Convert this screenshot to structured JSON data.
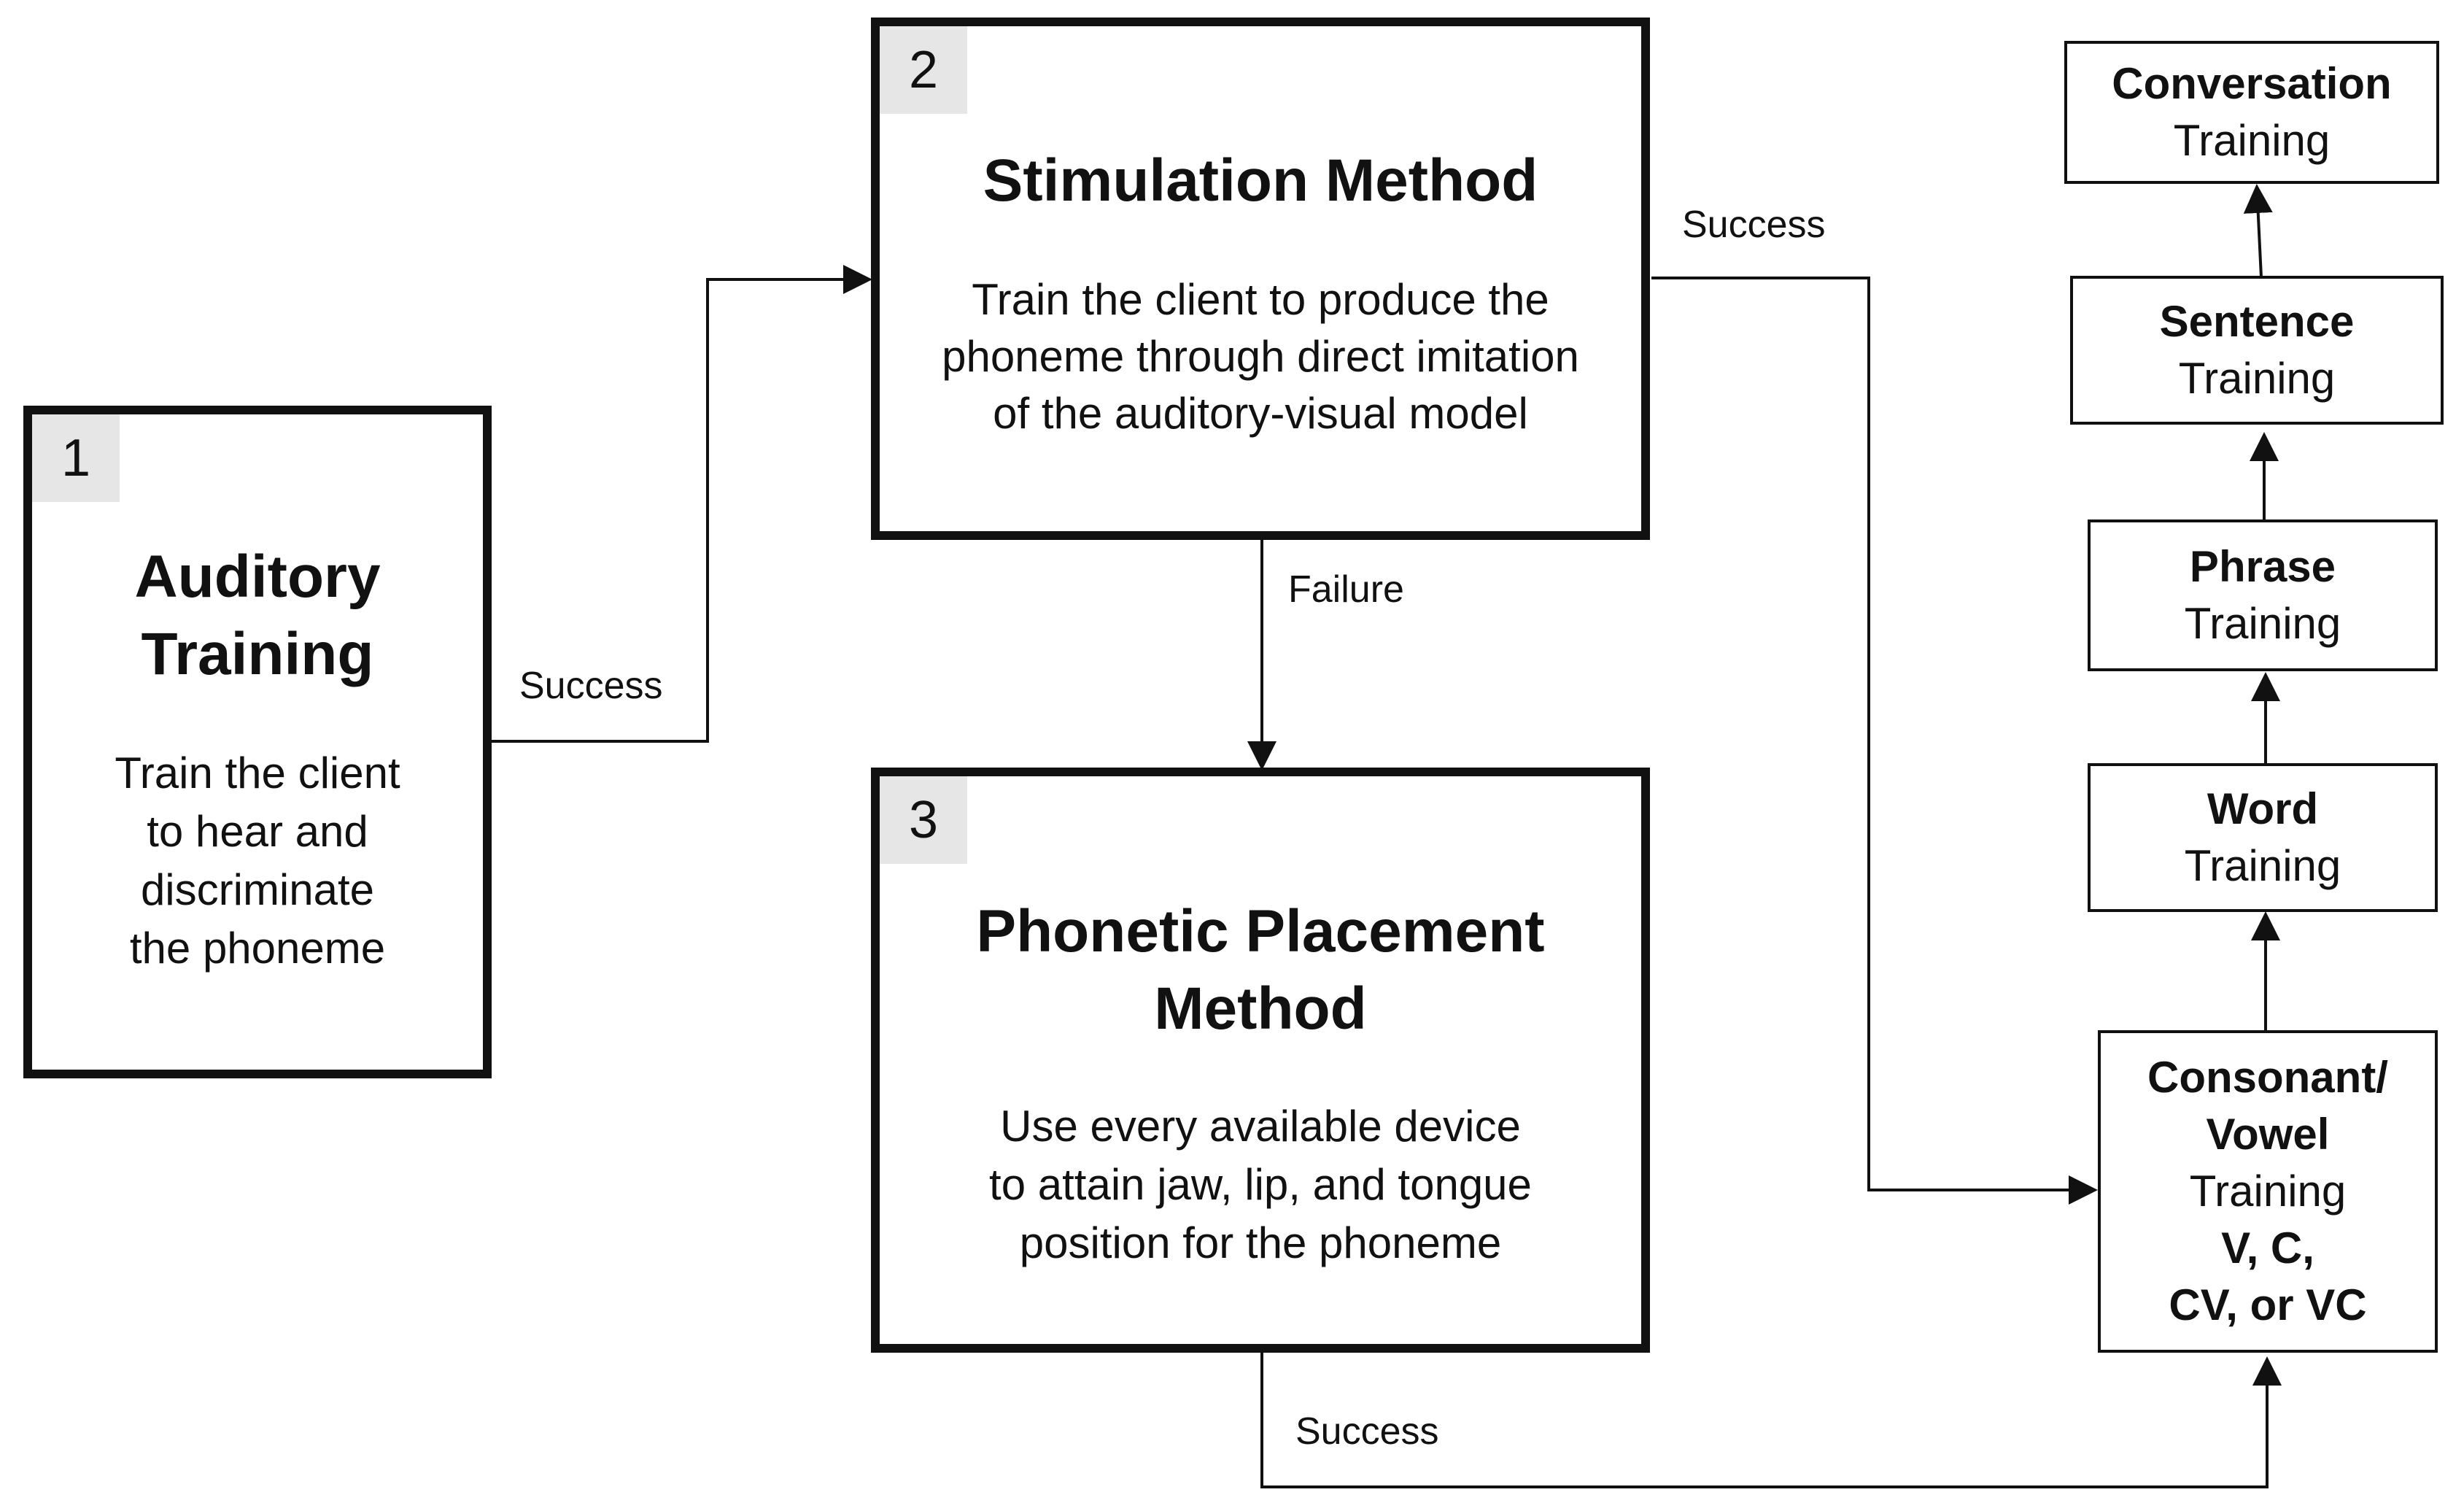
{
  "boxes": {
    "auditory": {
      "number": "1",
      "title_line1": "Auditory",
      "title_line2": "Training",
      "desc": [
        "Train the client",
        "to hear and",
        "discriminate",
        "the phoneme"
      ]
    },
    "stimulation": {
      "number": "2",
      "title": "Stimulation Method",
      "desc": [
        "Train the client to produce the",
        "phoneme through direct imitation",
        "of the auditory-visual model"
      ]
    },
    "phonetic": {
      "number": "3",
      "title_line1": "Phonetic Placement",
      "title_line2": "Method",
      "desc": [
        "Use every available device",
        "to attain jaw, lip, and tongue",
        "position for the phoneme"
      ]
    }
  },
  "ladder": {
    "conversation": {
      "bold": "Conversation",
      "normal": "Training"
    },
    "sentence": {
      "bold": "Sentence",
      "normal": "Training"
    },
    "phrase": {
      "bold": "Phrase",
      "normal": "Training"
    },
    "word": {
      "bold": "Word",
      "normal": "Training"
    },
    "cv": {
      "bold1": "Consonant/",
      "bold2": "Vowel",
      "normal": "Training",
      "bold3": "V, C,",
      "bold4": "CV, or VC"
    }
  },
  "edge_labels": {
    "auditory_to_stimulation": "Success",
    "stimulation_to_cv": "Success",
    "stimulation_to_phonetic": "Failure",
    "phonetic_to_cv": "Success"
  }
}
